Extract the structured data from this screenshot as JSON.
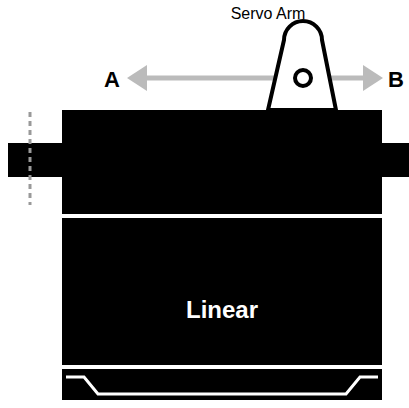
{
  "diagram": {
    "nodes": [
      {
        "text": [
          "Linear"
        ]
      }
    ],
    "labels": [
      "Servo Arm",
      "A",
      "B"
    ]
  }
}
